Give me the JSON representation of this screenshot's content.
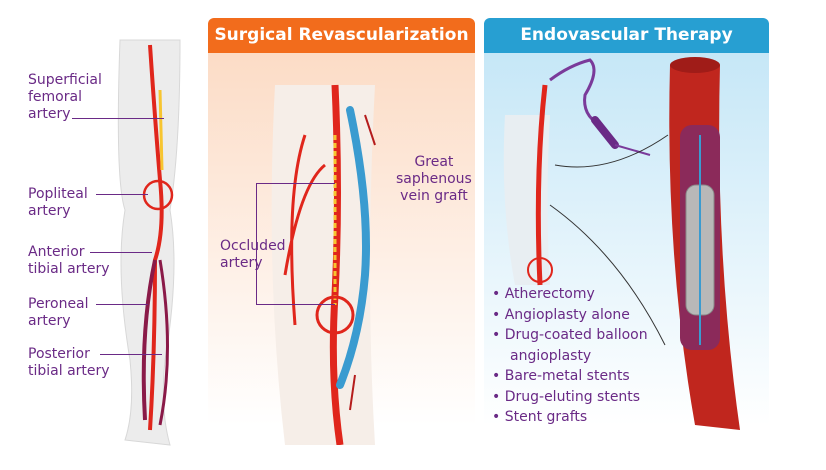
{
  "leg_labels": {
    "sfa": [
      "Superficial",
      "femoral",
      "artery"
    ],
    "popliteal": [
      "Popliteal",
      "artery"
    ],
    "anterior_tibial": [
      "Anterior",
      "tibial artery"
    ],
    "peroneal": [
      "Peroneal",
      "artery"
    ],
    "posterior_tibial": [
      "Posterior",
      "tibial artery"
    ]
  },
  "surgical": {
    "title": "Surgical Revascularization",
    "graft_label": [
      "Great",
      "saphenous",
      "vein graft"
    ],
    "occluded_label": [
      "Occluded",
      "artery"
    ]
  },
  "endovascular": {
    "title": "Endovascular Therapy",
    "treatments": [
      "Atherectomy",
      "Angioplasty alone",
      "Drug-coated balloon",
      "angioplasty",
      "Bare-metal stents",
      "Drug-eluting stents",
      "Stent grafts"
    ]
  },
  "colors": {
    "surgical_header": "#f26c1c",
    "endo_header": "#279fd2",
    "label_text": "#6a2a86",
    "artery": "#e0261c",
    "vein_graft": "#3a9bd0"
  }
}
